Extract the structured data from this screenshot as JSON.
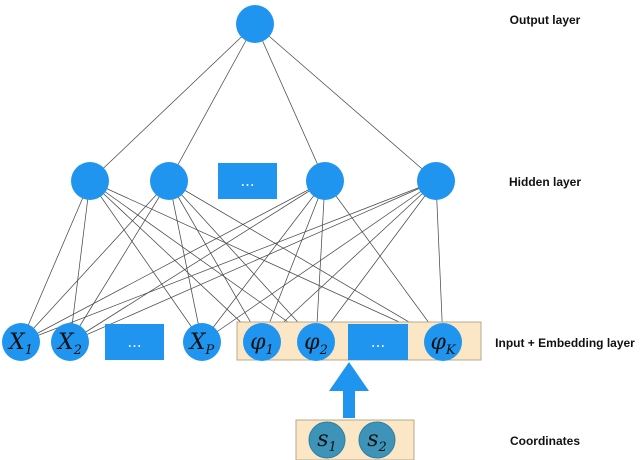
{
  "layers": {
    "output": "Output layer",
    "hidden": "Hidden layer",
    "input": "Input + Embedding layer",
    "coordinates": "Coordinates"
  },
  "ellipsis": "...",
  "input_nodes": [
    {
      "base": "X",
      "sub": "1"
    },
    {
      "base": "X",
      "sub": "2"
    },
    {
      "base": "X",
      "sub": "P"
    },
    {
      "base": "φ",
      "sub": "1"
    },
    {
      "base": "φ",
      "sub": "2"
    },
    {
      "base": "φ",
      "sub": "K"
    }
  ],
  "coordinate_nodes": [
    {
      "base": "s",
      "sub": "1"
    },
    {
      "base": "s",
      "sub": "2"
    }
  ],
  "colors": {
    "node": "#1f95f0",
    "coordinate_node": "#3d93b8",
    "embedding_band": "#fbe6c6"
  }
}
